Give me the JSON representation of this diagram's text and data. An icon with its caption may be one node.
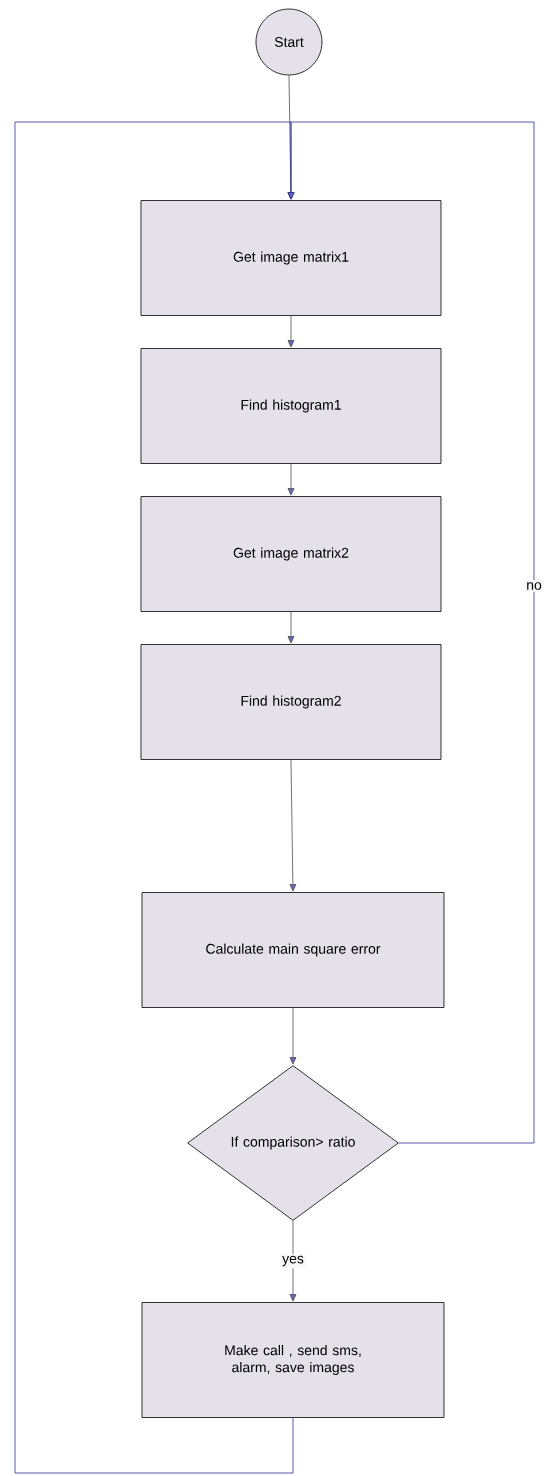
{
  "diagram": {
    "nodes": [
      {
        "text": [
          "Start"
        ]
      },
      {
        "text": [
          "Get image matrix1"
        ]
      },
      {
        "text": [
          "Find histogram1"
        ]
      },
      {
        "text": [
          "Get image matrix2"
        ]
      },
      {
        "text": [
          "Find histogram2"
        ]
      },
      {
        "text": [
          "Calculate main square error"
        ]
      },
      {
        "text": [
          "If comparison> ratio"
        ]
      },
      {
        "text": [
          "Make call , send sms, alarm, save images"
        ]
      }
    ],
    "edges": [
      {
        "from": 0,
        "to": 1,
        "arrow": "to"
      },
      {
        "from": 1,
        "to": 2,
        "arrow": "to"
      },
      {
        "from": 2,
        "to": 3,
        "arrow": "to"
      },
      {
        "from": 3,
        "to": 4,
        "arrow": "to"
      },
      {
        "from": 4,
        "to": 5,
        "arrow": "to"
      },
      {
        "from": 5,
        "to": 6,
        "arrow": "to"
      },
      {
        "from": 6,
        "to": 7,
        "label": "yes",
        "arrow": "to"
      },
      {
        "from": 6,
        "to": 1,
        "label": "no",
        "arrow": "to",
        "color": "#2e3192"
      },
      {
        "from": 7,
        "to": 1,
        "arrow": "to",
        "color": "#2e3192"
      }
    ]
  }
}
